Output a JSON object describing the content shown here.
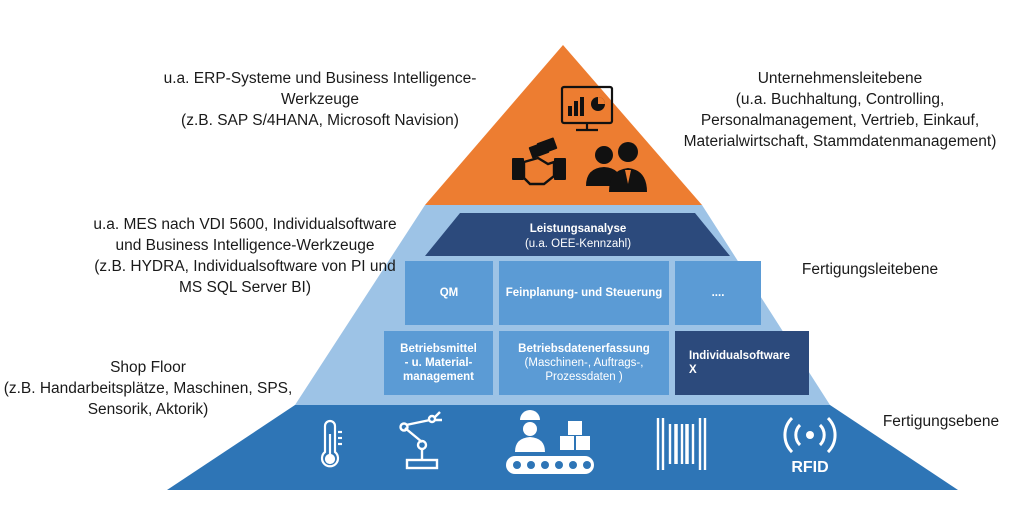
{
  "left_labels": {
    "top": [
      "u.a. ERP-Systeme und Business Intelligence-",
      "Werkzeuge",
      "(z.B. SAP S/4HANA, Microsoft Navision)"
    ],
    "middle": [
      "u.a. MES nach VDI 5600, Individualsoftware",
      "und Business Intelligence-Werkzeuge",
      "(z.B. HYDRA, Individualsoftware von PI und",
      "MS SQL Server BI)"
    ],
    "bottom": [
      "Shop Floor",
      "(z.B. Handarbeitsplätze, Maschinen, SPS,",
      "Sensorik, Aktorik)"
    ]
  },
  "right_labels": {
    "top": [
      "Unternehmensleitebene",
      "(u.a. Buchhaltung, Controlling,",
      "Personalmanagement, Vertrieb, Einkauf,",
      "Materialwirtschaft, Stammdatenmanagement)"
    ],
    "middle": "Fertigungsleitebene",
    "bottom": "Fertigungsebene"
  },
  "pyramid": {
    "colors": {
      "top": "#ed7d31",
      "middle": "#9dc3e6",
      "bottom": "#2e75b6",
      "cell_mid": "#5b9bd5",
      "cell_dark": "#2c4a7c"
    },
    "top_icons": [
      "dashboard-monitor-icon",
      "handshake-icon",
      "business-people-icon"
    ],
    "cells": {
      "leistung": {
        "title": "Leistungsanalyse",
        "sub": "(u.a. OEE-Kennzahl)"
      },
      "qm": "QM",
      "feinplanung": "Feinplanung- und Steuerung",
      "dots": "....",
      "betriebsmittel": [
        "Betriebsmittel",
        "- u. Material-",
        "management"
      ],
      "bde": {
        "title": "Betriebsdatenerfassung",
        "sub1": "(Maschinen-, Auftrags-,",
        "sub2": "Prozessdaten )"
      },
      "individual": [
        "Individualsoftware",
        "X"
      ]
    },
    "bottom_icons": [
      "thermometer-icon",
      "robot-arm-icon",
      "conveyor-worker-icon",
      "barcode-icon",
      "rfid-icon"
    ],
    "rfid_label": "RFID"
  }
}
